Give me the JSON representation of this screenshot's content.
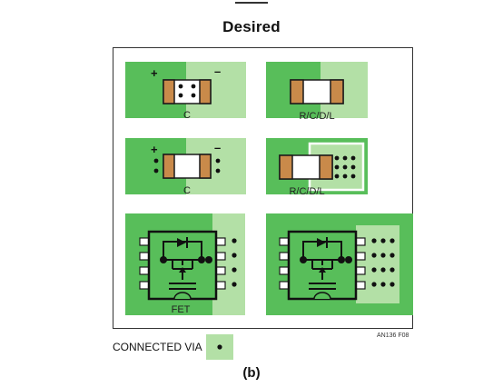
{
  "header": {
    "title": "Desired"
  },
  "cells": {
    "cap1": {
      "label": "C",
      "plus": "+",
      "minus": "–"
    },
    "rcdl1": {
      "label": "R/C/D/L"
    },
    "cap2": {
      "label": "C",
      "plus": "+",
      "minus": "–"
    },
    "rcdl2": {
      "label": "R/C/D/L"
    },
    "fet": {
      "label": "FET"
    }
  },
  "legend": {
    "label": "CONNECTED VIA"
  },
  "figure_tag": "AN136 F08",
  "caption": "(b)",
  "colors": {
    "dark_green": "#58be5a",
    "light_green": "#b3e0a6",
    "component_body": "#c98a4a",
    "outline": "#1a1a1a"
  }
}
